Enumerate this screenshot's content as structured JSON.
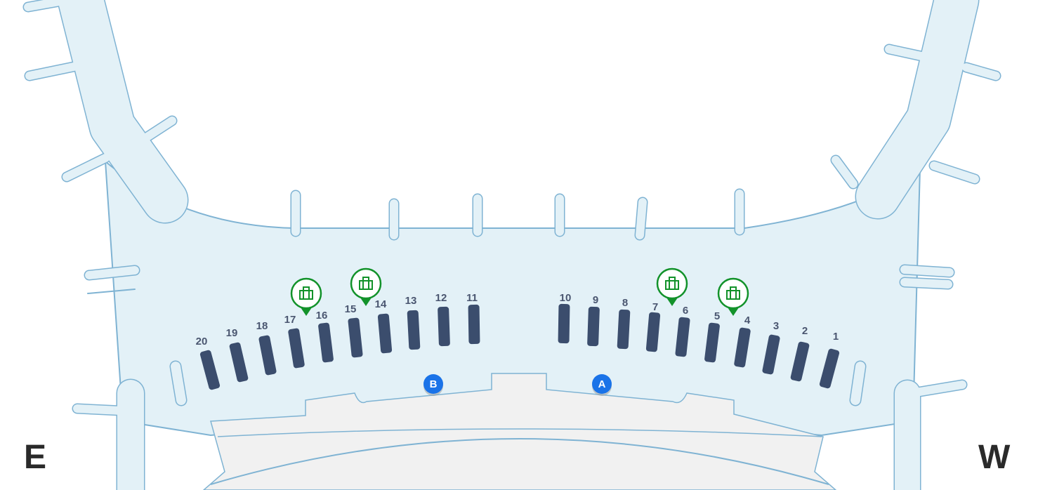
{
  "map": {
    "colors": {
      "terminal_fill": "#e3f1f7",
      "terminal_stroke": "#7fb3d3",
      "landside": "#f1f1f1",
      "counter": "#3b4d6d",
      "marker": "#12922a",
      "badge": "#1a73e8"
    },
    "gates": [
      {
        "label": "1"
      },
      {
        "label": "2"
      },
      {
        "label": "3"
      },
      {
        "label": "4"
      },
      {
        "label": "5"
      },
      {
        "label": "6"
      },
      {
        "label": "7"
      },
      {
        "label": "8"
      },
      {
        "label": "9"
      },
      {
        "label": "10"
      },
      {
        "label": "11"
      },
      {
        "label": "12"
      },
      {
        "label": "13"
      },
      {
        "label": "14"
      },
      {
        "label": "15"
      },
      {
        "label": "16"
      },
      {
        "label": "17"
      },
      {
        "label": "18"
      },
      {
        "label": "19"
      },
      {
        "label": "20"
      }
    ],
    "markers": [
      {
        "icon": "shopping-bag-icon",
        "near": "16-17"
      },
      {
        "icon": "shopping-bag-icon",
        "near": "14-15"
      },
      {
        "icon": "shopping-bag-icon",
        "near": "6-7"
      },
      {
        "icon": "shopping-bag-icon",
        "near": "4-5"
      }
    ],
    "badges": [
      {
        "label": "B"
      },
      {
        "label": "A"
      }
    ],
    "compass": {
      "left": "E",
      "right": "W"
    }
  }
}
